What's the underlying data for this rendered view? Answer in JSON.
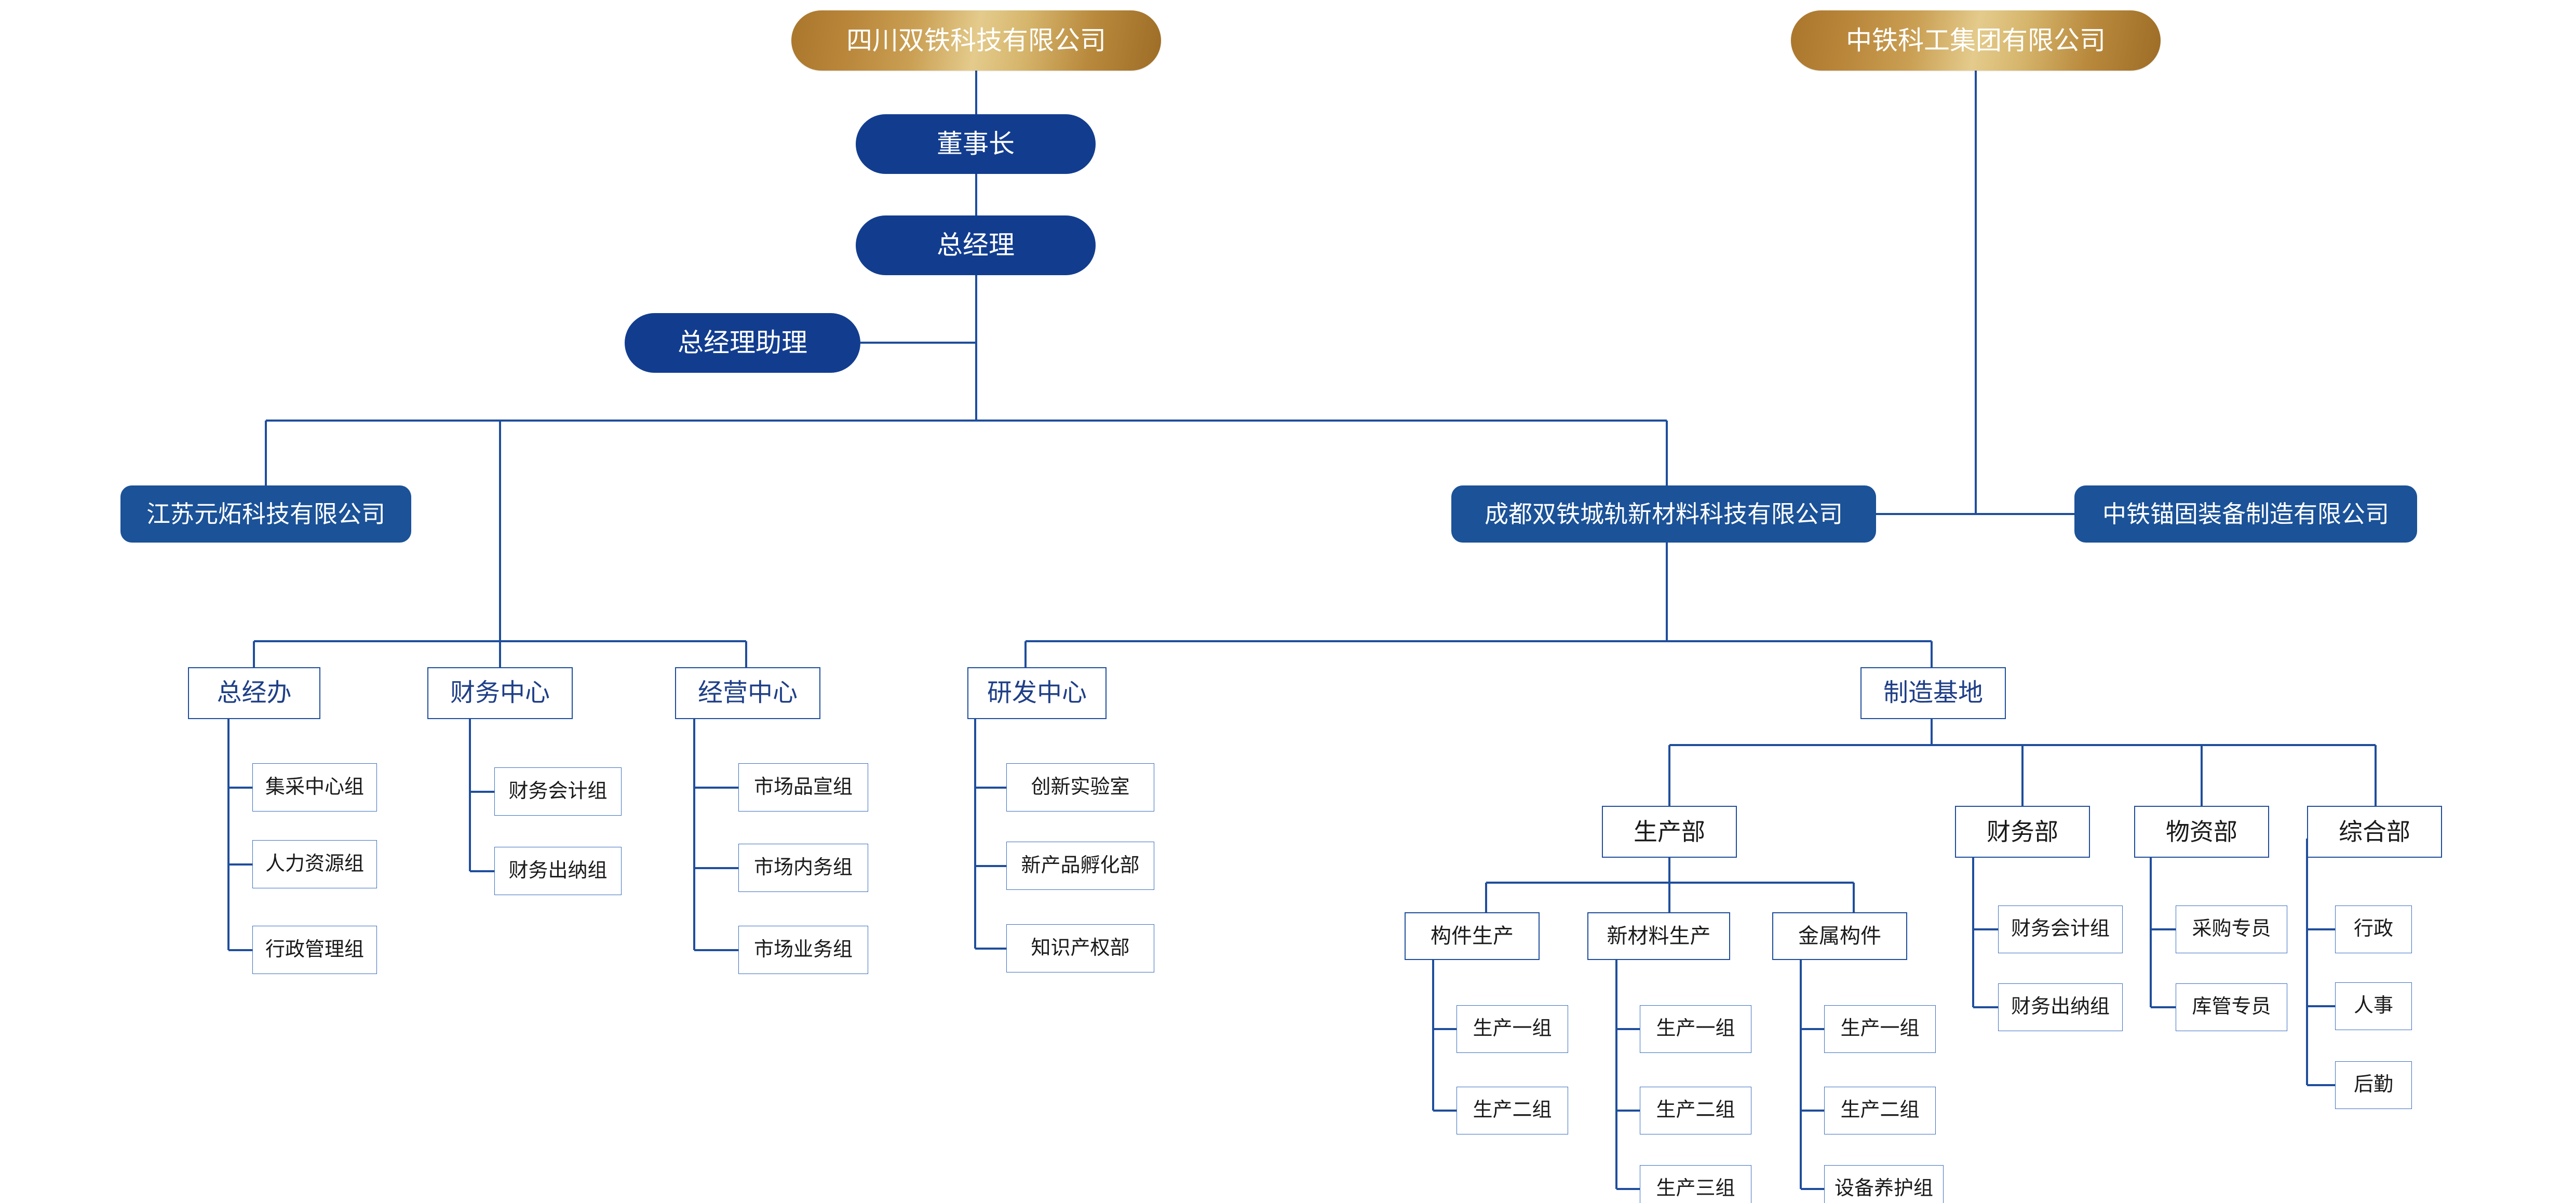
{
  "meta": {
    "title": "组织架构图",
    "colors": {
      "gold_gradient_dark": "#9d6c26",
      "gold_gradient_light": "#e4cb8c",
      "executive_blue": "#123d8f",
      "subsidiary_blue": "#1b5298",
      "box_border_blue": "#1f4e9c",
      "leaf_border_blue": "#3b6fc0",
      "connector_blue": "#1f4e9c",
      "heading_text_blue": "#1f3f87",
      "leaf_text": "#1a1a1a",
      "canvas": "#ffffff"
    }
  },
  "nodes": {
    "holding_left": "四川双铁科技有限公司",
    "holding_right": "中铁科工集团有限公司",
    "chairman": "董事长",
    "general_manager": "总经理",
    "gm_assistant": "总经理助理",
    "subsidiary_jiangsu": "江苏元炻科技有限公司",
    "subsidiary_chengdu": "成都双铁城轨新材料科技有限公司",
    "subsidiary_maogu": "中铁锚固装备制造有限公司",
    "center_general_office": "总经办",
    "center_finance": "财务中心",
    "center_operations": "经营中心",
    "center_rnd": "研发中心",
    "base_manufacturing": "制造基地",
    "go_1": "集采中心组",
    "go_2": "人力资源组",
    "go_3": "行政管理组",
    "fin_1": "财务会计组",
    "fin_2": "财务出纳组",
    "ops_1": "市场品宣组",
    "ops_2": "市场内务组",
    "ops_3": "市场业务组",
    "rnd_1": "创新实验室",
    "rnd_2": "新产品孵化部",
    "rnd_3": "知识产权部",
    "dept_production": "生产部",
    "dept_finance": "财务部",
    "dept_materials": "物资部",
    "dept_general": "综合部",
    "prod_component": "构件生产",
    "prod_newmat": "新材料生产",
    "prod_metal": "金属构件",
    "comp_g1": "生产一组",
    "comp_g2": "生产二组",
    "newmat_g1": "生产一组",
    "newmat_g2": "生产二组",
    "newmat_g3": "生产三组",
    "metal_g1": "生产一组",
    "metal_g2": "生产二组",
    "metal_g3": "设备养护组",
    "fd_1": "财务会计组",
    "fd_2": "财务出纳组",
    "md_1": "采购专员",
    "md_2": "库管专员",
    "gd_1": "行政",
    "gd_2": "人事",
    "gd_3": "后勤"
  }
}
